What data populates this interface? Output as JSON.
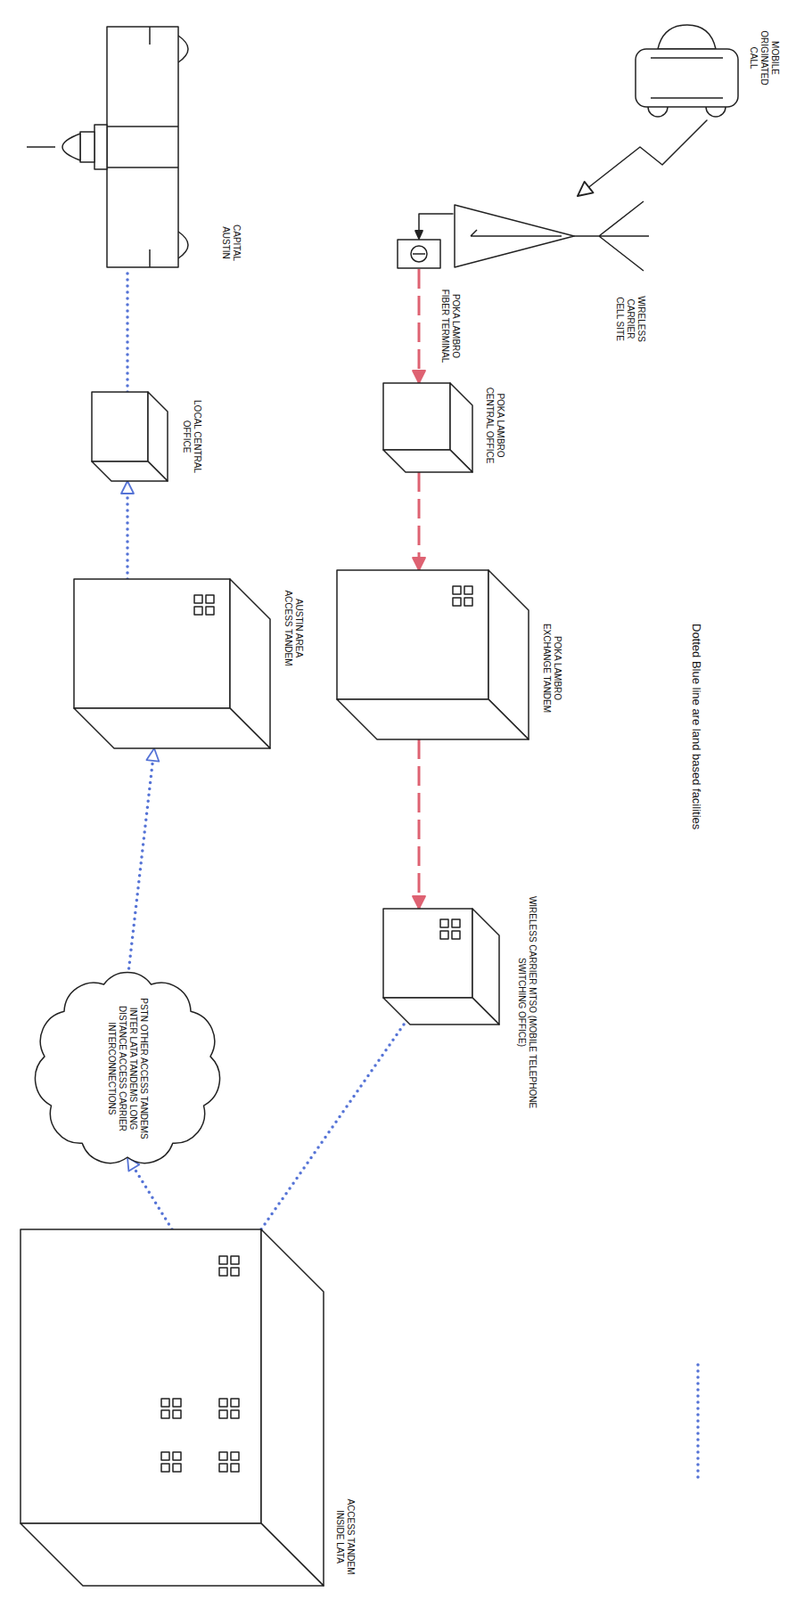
{
  "diagram": {
    "nodes": [
      {
        "text": [
          "MOBILE ORIGINATED CALL"
        ]
      },
      {
        "text": [
          "WIRELESS CARRIER CELL SITE"
        ]
      },
      {
        "text": [
          "POKA LAMBRO FIBER TERMINAL"
        ]
      },
      {
        "text": [
          "POKA LAMBRO CENTRAL OFFICE"
        ]
      },
      {
        "text": [
          "POKA LAMBRO EXCHANGE TANDEM"
        ]
      },
      {
        "text": [
          "WIRELESS CARRIER MTSO (MOBILE TELEPHONE SWITCHING OFFICE)"
        ]
      },
      {
        "text": [
          "ACCESS TANDEM INSIDE LATA"
        ]
      },
      {
        "text": [
          "PSTN OTHER ACCESS TANDEMS INTER LATA TANDEMS LONG DISTANCE ACCESS CARRIER INTERCONNECTIONS"
        ]
      },
      {
        "text": [
          "AUSTIN AREA ACCESS TANDEM"
        ]
      },
      {
        "text": [
          "LOCAL CENTRAL OFFICE"
        ]
      },
      {
        "text": [
          "CAPITAL AUSTIN"
        ]
      }
    ],
    "edges": [
      {
        "from": 0,
        "to": 1,
        "arrow": "to"
      },
      {
        "from": 1,
        "to": 2,
        "arrow": "to"
      },
      {
        "from": 2,
        "to": 3,
        "arrow": "to"
      },
      {
        "from": 3,
        "to": 4,
        "arrow": "to"
      },
      {
        "from": 4,
        "to": 5,
        "arrow": "to"
      },
      {
        "from": 5,
        "to": 6,
        "arrow": "none"
      },
      {
        "from": 6,
        "to": 7,
        "arrow": "to"
      },
      {
        "from": 7,
        "to": 8,
        "arrow": "to"
      },
      {
        "from": 8,
        "to": 9,
        "arrow": "to"
      },
      {
        "from": 9,
        "to": 10,
        "arrow": "none"
      }
    ],
    "legend": [
      {
        "text": "Dotted Blue line are land based facilities"
      }
    ]
  }
}
